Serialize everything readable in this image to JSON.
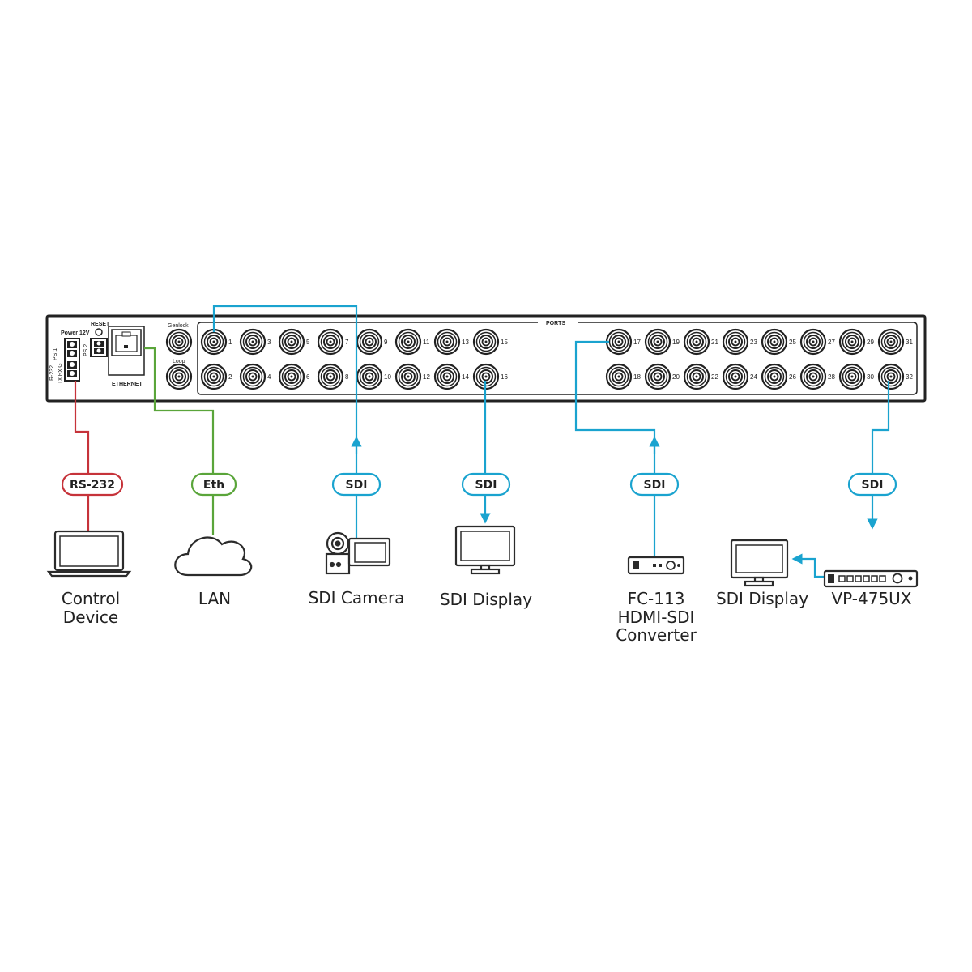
{
  "colors": {
    "sdi": "#1aa3cf",
    "ethernet": "#5aa53a",
    "rs232": "#c6333a",
    "device": "#2b2b2b"
  },
  "panel": {
    "ports_header": "PORTS",
    "genlock": "Genlock",
    "loop": "Loop",
    "reset": "RESET",
    "power": "Power 12V",
    "ps1": "PS 1",
    "ps2": "PS 2",
    "rs232_label": "R-232",
    "pins": "Tx Rx G",
    "ethernet": "ETHERNET"
  },
  "ports": {
    "top_left": [
      "1",
      "3",
      "5",
      "7",
      "9",
      "11",
      "13",
      "15"
    ],
    "bottom_left": [
      "2",
      "4",
      "6",
      "8",
      "10",
      "12",
      "14",
      "16"
    ],
    "top_right": [
      "17",
      "19",
      "21",
      "23",
      "25",
      "27",
      "29",
      "31"
    ],
    "bottom_right": [
      "18",
      "20",
      "22",
      "24",
      "26",
      "28",
      "30",
      "32"
    ]
  },
  "pills": {
    "rs232": "RS-232",
    "eth": "Eth",
    "sdi_camera": "SDI",
    "sdi_display": "SDI",
    "sdi_converter": "SDI",
    "sdi_scaler": "SDI"
  },
  "devices": {
    "control_l1": "Control",
    "control_l2": "Device",
    "lan": "LAN",
    "camera": "SDI Camera",
    "display1": "SDI Display",
    "converter_l1": "FC-113",
    "converter_l2": "HDMI-SDI",
    "converter_l3": "Converter",
    "display2": "SDI Display",
    "scaler": "VP-475UX"
  }
}
